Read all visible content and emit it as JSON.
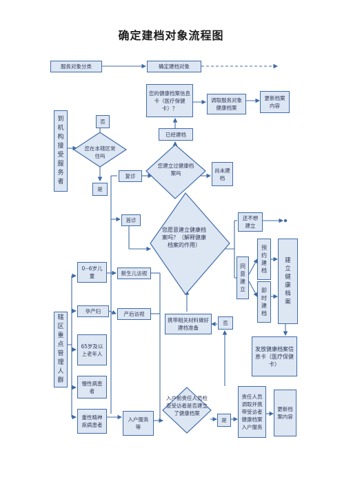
{
  "title": "确定建档对象流程图",
  "nodes": {
    "service_class": "服务对象分类",
    "confirm_target": "确定建档对象",
    "health_record_info": "您的健康档案信息卡（医疗保健卡）？",
    "retrieve_record": "调取服务对象健康档案",
    "update_record_top": "更新档案内容",
    "walk_in": "到机构接受服务者",
    "no_top": "否",
    "local_resident": "您在本辖区常住吗",
    "already_built": "已经建档",
    "built_before": "您建立过健康档案吗",
    "not_built": "尚未建档",
    "yes_left": "是",
    "revisit": "复诊",
    "first_visit": "首诊",
    "willing": "您愿意建立健康档案吗？（解释健康档案的作用）",
    "not_want": "还不想建立",
    "appointment": "预约建档",
    "build_record": "建立健康档案",
    "agree_build": "同意建立",
    "immediate": "即时建档",
    "infant": "0--6岁儿童",
    "newborn_visit": "新生儿访视",
    "jurisdiction": "辖区重点管理人群",
    "pregnant": "孕产妇",
    "postpartum_visit": "产后访视",
    "bring_materials": "携带相关材料做好建档准备",
    "no_mid": "否",
    "issue_card": "发放健康档案信息卡（医疗保健卡）",
    "elderly": "65岁及以上老年人",
    "chronic": "慢性病患者",
    "staff_check": "入户前责任人员检查受访者是否建立了健康档案",
    "yes_bottom": "是",
    "responsible_retrieve": "责任人员调取并携带受访者健康档案入户服务",
    "update_record_bottom": "更新档案内容",
    "mental": "重性精神疾病患者",
    "home_service": "入户服务等"
  }
}
